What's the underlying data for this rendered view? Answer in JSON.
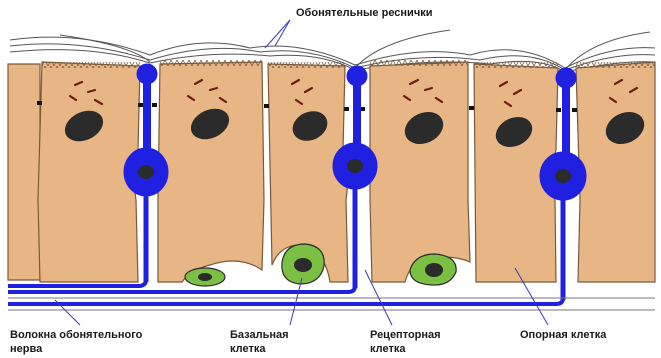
{
  "labels": {
    "cilia": "Обонятельные реснички",
    "nerve_fibers": "Волокна обонятельного\nнерва",
    "basal_cell": "Базальная\nклетка",
    "receptor_cell": "Рецепторная\nклетка",
    "supporting_cell": "Опорная клетка"
  },
  "colors": {
    "cell_fill": "#e8b585",
    "cell_stroke": "#7a5a3a",
    "neuron": "#2020e0",
    "nucleus": "#2b2b2b",
    "granules": "#6a1f10",
    "basal_fill": "#7bc043",
    "leader": "#3b3bb5"
  }
}
